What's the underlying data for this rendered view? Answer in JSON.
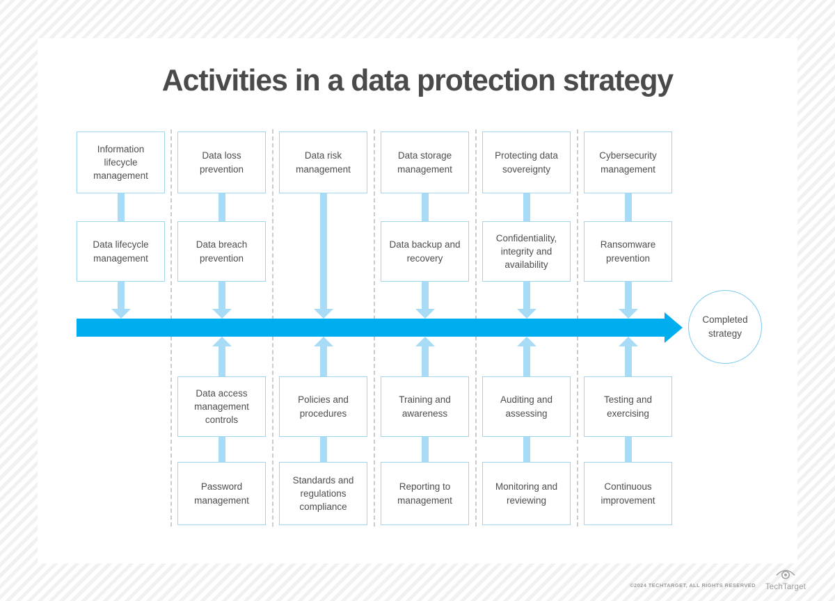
{
  "page": {
    "title": "Activities in a data protection strategy",
    "footer": {
      "copyright": "©2024 TECHTARGET, ALL RIGHTS RESERVED",
      "brand": "TechTarget"
    }
  },
  "diagram": {
    "type": "flow",
    "description": "Six activity tracks feed into a horizontal timeline arrow that ends in a completed strategy",
    "result_label": "Completed strategy",
    "colors": {
      "main_arrow": "#00aeef",
      "light_arrow": "#a8dcf6",
      "box_border": "#9fd6ef",
      "box_text": "#4d4d4d",
      "divider": "#cbcbcb",
      "title_text": "#4a4a4a"
    },
    "columns": [
      {
        "above": [
          "Information lifecycle management",
          "Data lifecycle management"
        ],
        "below": []
      },
      {
        "above": [
          "Data loss prevention",
          "Data breach prevention"
        ],
        "below": [
          "Data access management controls",
          "Password management"
        ]
      },
      {
        "above": [
          "Data risk management"
        ],
        "below": [
          "Policies and procedures",
          "Standards and regulations compliance"
        ]
      },
      {
        "above": [
          "Data storage management",
          "Data backup and recovery"
        ],
        "below": [
          "Training and awareness",
          "Reporting to management"
        ]
      },
      {
        "above": [
          "Protecting data sovereignty",
          "Confidentiality, integrity and availability"
        ],
        "below": [
          "Auditing and assessing",
          "Monitoring and reviewing"
        ]
      },
      {
        "above": [
          "Cybersecurity management",
          "Ransomware prevention"
        ],
        "below": [
          "Testing and exercising",
          "Continuous improvement"
        ]
      }
    ]
  }
}
